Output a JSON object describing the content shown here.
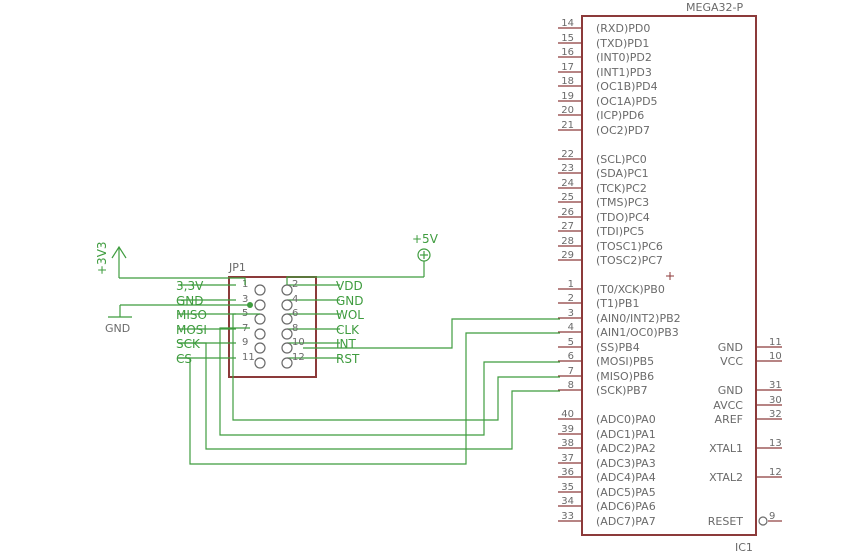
{
  "ic1": {
    "name": "MEGA32-P",
    "ref": "IC1",
    "left_pins": [
      {
        "num": "14",
        "label": "(RXD)PD0"
      },
      {
        "num": "15",
        "label": "(TXD)PD1"
      },
      {
        "num": "16",
        "label": "(INT0)PD2"
      },
      {
        "num": "17",
        "label": "(INT1)PD3"
      },
      {
        "num": "18",
        "label": "(OC1B)PD4"
      },
      {
        "num": "19",
        "label": "(OC1A)PD5"
      },
      {
        "num": "20",
        "label": "(ICP)PD6"
      },
      {
        "num": "21",
        "label": "(OC2)PD7"
      },
      {
        "num": "22",
        "label": "(SCL)PC0"
      },
      {
        "num": "23",
        "label": "(SDA)PC1"
      },
      {
        "num": "24",
        "label": "(TCK)PC2"
      },
      {
        "num": "25",
        "label": "(TMS)PC3"
      },
      {
        "num": "26",
        "label": "(TDO)PC4"
      },
      {
        "num": "27",
        "label": "(TDI)PC5"
      },
      {
        "num": "28",
        "label": "(TOSC1)PC6"
      },
      {
        "num": "29",
        "label": "(TOSC2)PC7"
      },
      {
        "num": "1",
        "label": "(T0/XCK)PB0"
      },
      {
        "num": "2",
        "label": "(T1)PB1"
      },
      {
        "num": "3",
        "label": "(AIN0/INT2)PB2"
      },
      {
        "num": "4",
        "label": "(AIN1/OC0)PB3"
      },
      {
        "num": "5",
        "label": "(SS)PB4"
      },
      {
        "num": "6",
        "label": "(MOSI)PB5"
      },
      {
        "num": "7",
        "label": "(MISO)PB6"
      },
      {
        "num": "8",
        "label": "(SCK)PB7"
      },
      {
        "num": "40",
        "label": "(ADC0)PA0"
      },
      {
        "num": "39",
        "label": "(ADC1)PA1"
      },
      {
        "num": "38",
        "label": "(ADC2)PA2"
      },
      {
        "num": "37",
        "label": "(ADC3)PA3"
      },
      {
        "num": "36",
        "label": "(ADC4)PA4"
      },
      {
        "num": "35",
        "label": "(ADC5)PA5"
      },
      {
        "num": "34",
        "label": "(ADC6)PA6"
      },
      {
        "num": "33",
        "label": "(ADC7)PA7"
      }
    ],
    "right_pins": [
      {
        "num": "11",
        "label": "GND"
      },
      {
        "num": "10",
        "label": "VCC"
      },
      {
        "num": "31",
        "label": "GND"
      },
      {
        "num": "30",
        "label": "AVCC"
      },
      {
        "num": "32",
        "label": "AREF"
      },
      {
        "num": "13",
        "label": "XTAL1"
      },
      {
        "num": "12",
        "label": "XTAL2"
      },
      {
        "num": "9",
        "label": "RESET"
      }
    ]
  },
  "jp1": {
    "ref": "JP1",
    "left_nets": [
      "3,3V",
      "GND",
      "MISO",
      "MOSI",
      "SCK",
      "CS"
    ],
    "right_nets": [
      "VDD",
      "GND",
      "WOL",
      "CLK",
      "INT",
      "RST"
    ],
    "left_nums": [
      "1",
      "3",
      "5",
      "7",
      "9",
      "11"
    ],
    "right_nums": [
      "2",
      "4",
      "6",
      "8",
      "10",
      "12"
    ]
  },
  "power": {
    "v33": "+3V3",
    "v5": "+5V",
    "gnd": "GND"
  }
}
